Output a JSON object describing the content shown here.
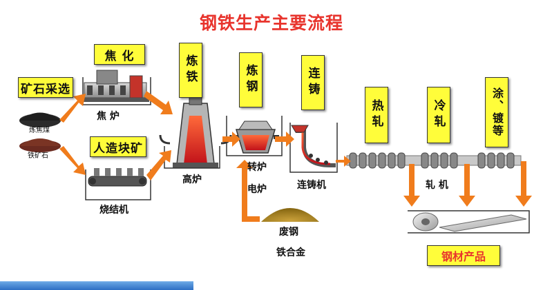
{
  "title": "钢铁生产主要流程",
  "raw_materials": {
    "mining": "矿石采选",
    "coal": "炼焦煤",
    "ore": "铁矿石"
  },
  "processes": {
    "coking": "焦 化",
    "coke_oven": "焦 炉",
    "sintering": "人造块矿",
    "sinter_machine": "烧结机",
    "ironmaking": "炼铁",
    "blast_furnace": "高炉",
    "steelmaking": "炼钢",
    "converter": "转炉",
    "electric_furnace": "电炉",
    "casting": "连铸",
    "caster": "连铸机",
    "hot_rolling": "热轧",
    "cold_rolling": "冷轧",
    "coating": "涂、镀等",
    "rolling_mill": "轧 机"
  },
  "inputs": {
    "scrap": "废钢",
    "alloy": "铁合金"
  },
  "output": "钢材产品",
  "colors": {
    "title": "#e8342d",
    "arrow": "#f07c1c",
    "box": "#fffd3a",
    "molten": "#e4302a"
  }
}
